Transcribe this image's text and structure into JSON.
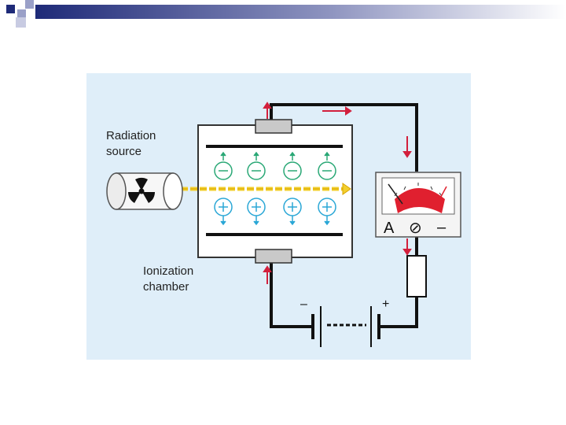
{
  "slide": {
    "header_gradient": [
      "#1e2a78",
      "#ffffff"
    ],
    "squares_color": "#1e2a78"
  },
  "diagram": {
    "background": "#dfeef9",
    "labels": {
      "source_line1": "Radiation",
      "source_line2": "source",
      "chamber_line1": "Ionization",
      "chamber_line2": "chamber"
    },
    "meter": {
      "unit": "A",
      "zero_symbol": "⊘",
      "minus": "–"
    },
    "battery": {
      "negative": "–",
      "positive": "+"
    },
    "ions": {
      "negative_color": "#2aa876",
      "positive_color": "#2aa7d6",
      "negative_symbol": "–",
      "positive_symbol": "+"
    },
    "arrow_color": "#d21f3c",
    "beam_color": "#f2cf2e"
  }
}
